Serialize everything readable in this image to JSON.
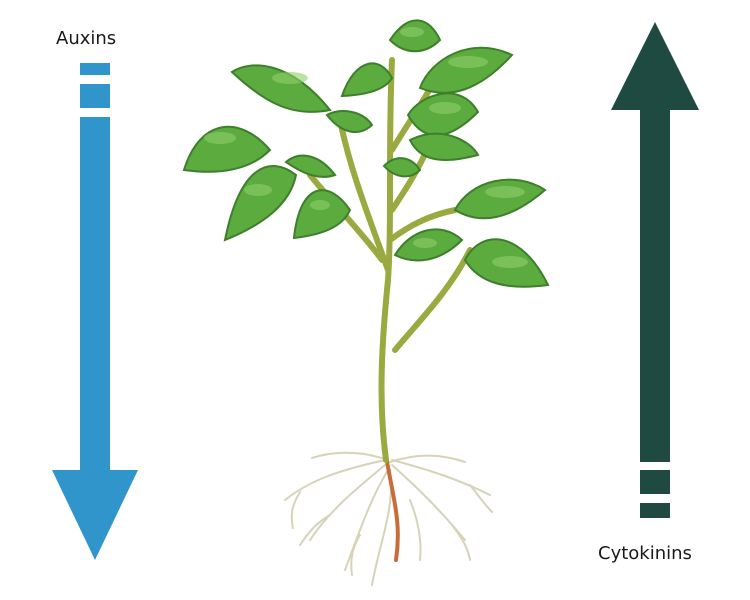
{
  "labels": {
    "auxins": "Auxins",
    "cytokinins": "Cytokinins"
  },
  "colors": {
    "auxins_arrow": "#2f95cb",
    "cytokinins_arrow": "#1e4a42",
    "leaf": "#5cab3f",
    "leaf_dark": "#3d7f2a",
    "stem": "#9aa940",
    "root": "#d6d3b8",
    "root_tip": "#c86d3a"
  },
  "arrows": {
    "auxins_direction": "down",
    "cytokinins_direction": "up"
  }
}
